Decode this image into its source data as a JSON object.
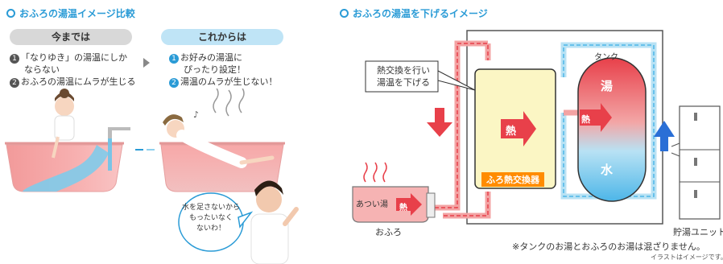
{
  "left": {
    "title": "おふろの湯温イメージ比較",
    "before": {
      "header": "今までは",
      "items": [
        {
          "num": "1",
          "line1": "「なりゆき」の湯温にしか",
          "line2": "ならない"
        },
        {
          "num": "2",
          "line1": "おふろの湯温にムラが生じる",
          "line2": ""
        }
      ]
    },
    "after": {
      "header": "これからは",
      "items": [
        {
          "num": "1",
          "line1": "お好みの湯温に",
          "line2": "ぴったり設定！"
        },
        {
          "num": "2",
          "line1": "湯温のムラが生じない！",
          "line2": ""
        }
      ]
    },
    "bubble": {
      "line1": "水を足さないから",
      "line2": "もったいなく",
      "line3": "ないわ！"
    }
  },
  "right": {
    "title": "おふろの湯温を下げるイメージ",
    "callout": {
      "line1": "熱交換を行い",
      "line2": "湯温を下げる"
    },
    "heat_label": "熱",
    "exchanger_label": "ふろ熱交換器",
    "tank_label": "タンク",
    "tank_hot": "湯",
    "tank_cold": "水",
    "bath_water": "あつい湯",
    "bath_label": "おふろ",
    "unit_label": "貯湯ユニット",
    "note": "※タンクのお湯とおふろのお湯は混ざりません。",
    "illustration_note": "イラストはイメージです。"
  },
  "colors": {
    "accent_blue": "#2a9bd6",
    "hot_red": "#e8404a",
    "exchanger_orange": "#ff8c00"
  }
}
